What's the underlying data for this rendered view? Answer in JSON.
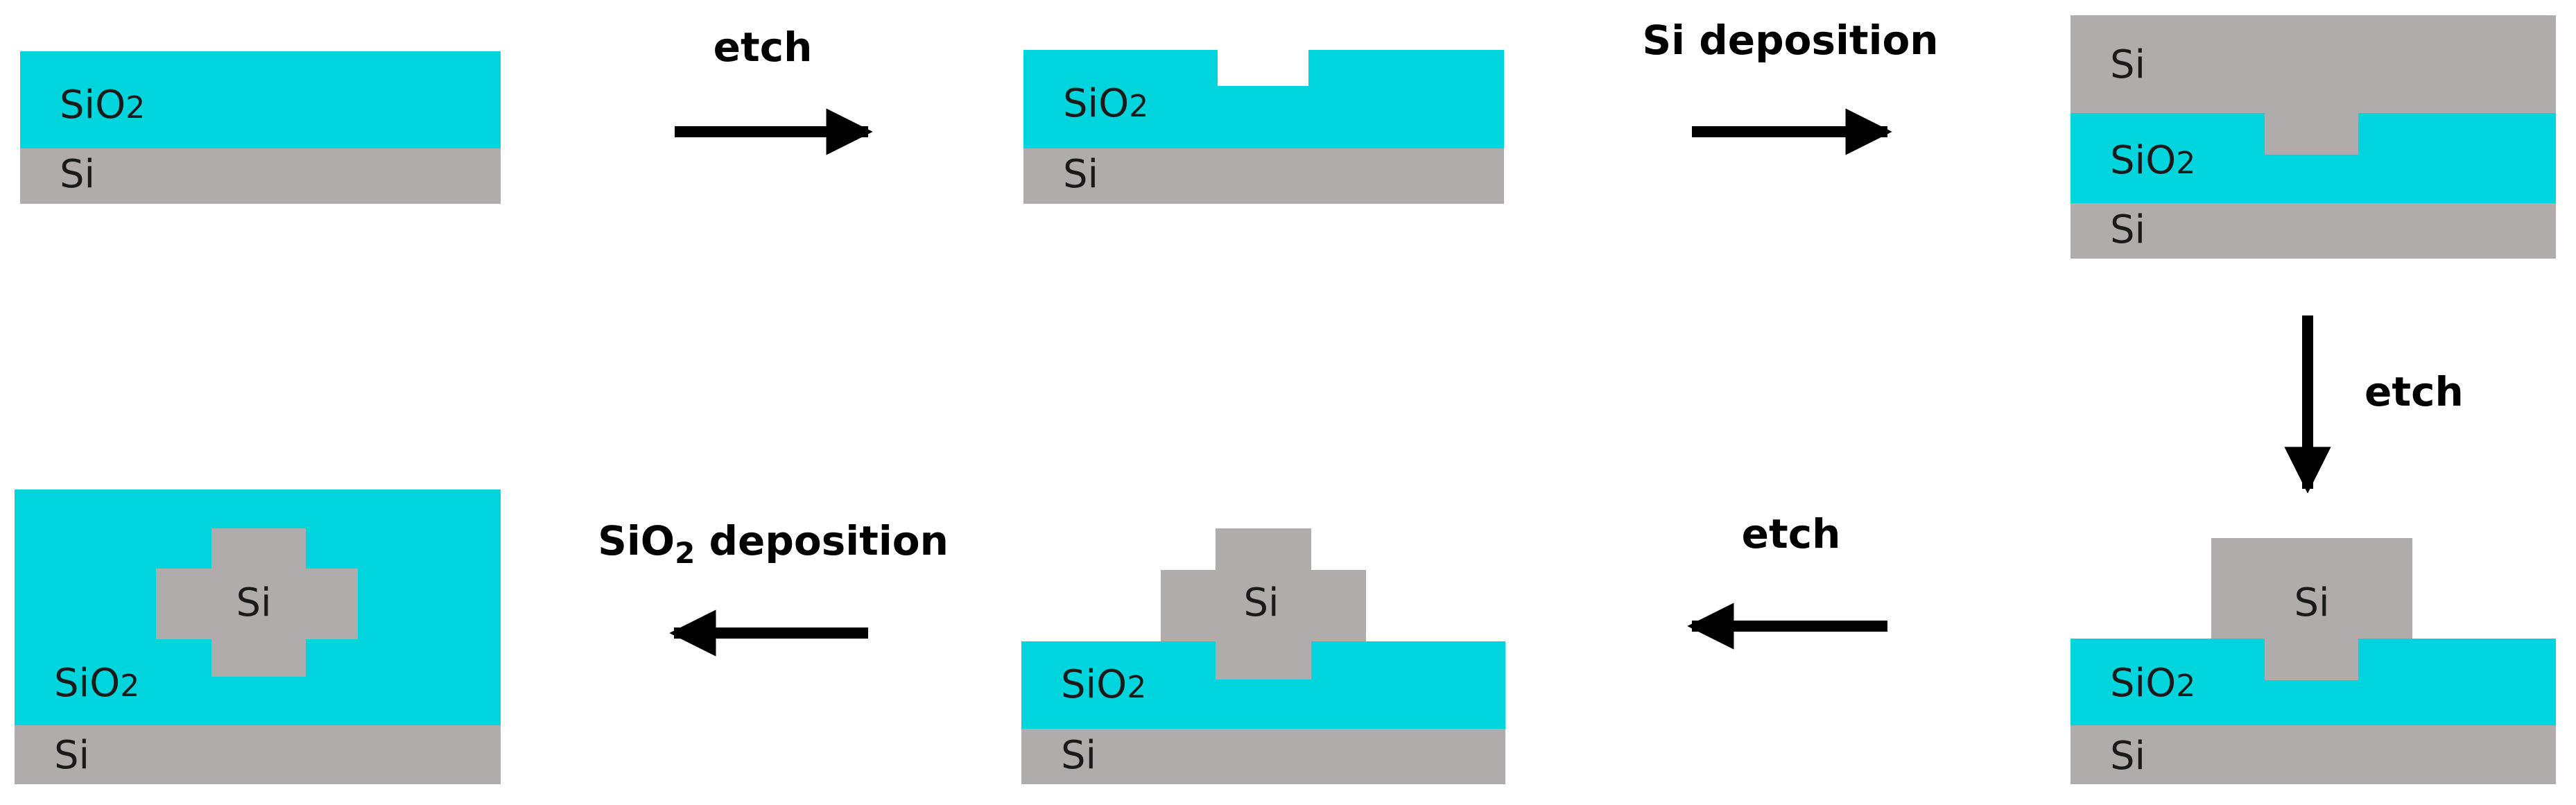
{
  "colors": {
    "oxide": "#00D5DD",
    "silicon": "#B0ACAC",
    "arrow": "#000000",
    "background": "#FFFFFF"
  },
  "materials": {
    "si": "Si",
    "sio2_base": "SiO",
    "sio2_sub": "2"
  },
  "steps": {
    "etch_1": "etch",
    "si_deposition": "Si deposition",
    "etch_2": "etch",
    "etch_3": "etch",
    "sio2_dep_base": "SiO",
    "sio2_dep_sub": "2",
    "sio2_dep_rest": " deposition"
  }
}
